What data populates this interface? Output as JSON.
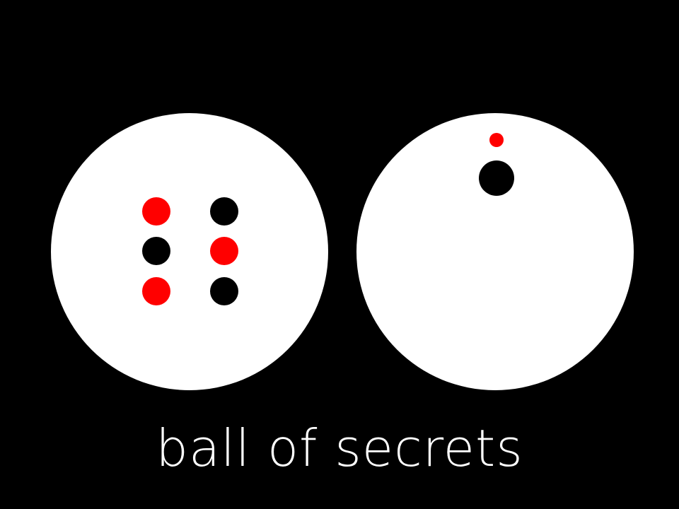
{
  "title": "ball of secrets",
  "colors": {
    "background": "#000000",
    "ball": "#ffffff",
    "red": "#ff0000",
    "black": "#000000"
  },
  "left_ball": {
    "dots": [
      {
        "color": "red"
      },
      {
        "color": "black"
      },
      {
        "color": "black"
      },
      {
        "color": "red"
      },
      {
        "color": "red"
      },
      {
        "color": "black"
      }
    ]
  },
  "right_ball": {
    "dots": [
      {
        "color": "red"
      },
      {
        "color": "black"
      }
    ]
  }
}
